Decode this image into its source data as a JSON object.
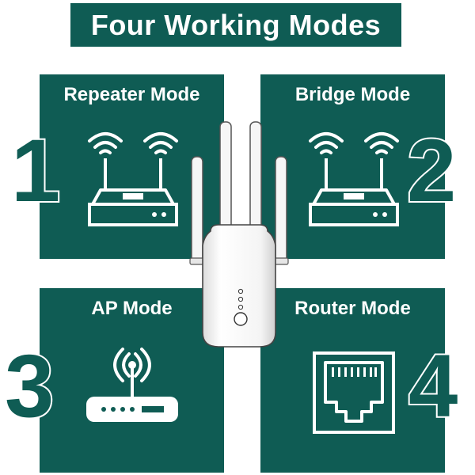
{
  "title": "Four Working Modes",
  "modes": [
    {
      "label": "Repeater Mode",
      "number": "1",
      "icon": "router-with-two-wifi-icon"
    },
    {
      "label": "Bridge Mode",
      "number": "2",
      "icon": "router-with-two-wifi-icon"
    },
    {
      "label": "AP Mode",
      "number": "3",
      "icon": "access-point-wifi-icon"
    },
    {
      "label": "Router Mode",
      "number": "4",
      "icon": "ethernet-port-icon"
    }
  ],
  "colors": {
    "panel": "#0f5c54",
    "text": "#ffffff",
    "background": "#ffffff"
  },
  "center_device": "wifi-extender-with-four-antennas"
}
